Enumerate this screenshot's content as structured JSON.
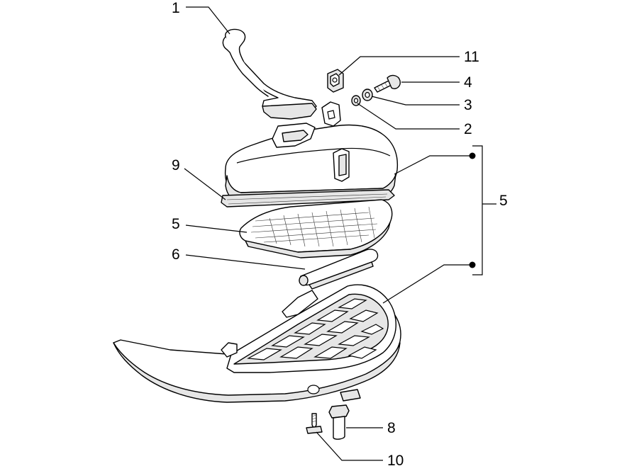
{
  "callouts": {
    "c1": "1",
    "c2": "2",
    "c3": "3",
    "c4": "4",
    "c5_group": "5",
    "c5": "5",
    "c6": "6",
    "c8": "8",
    "c9": "9",
    "c10": "10",
    "c11": "11"
  },
  "colors": {
    "line": "#000000",
    "fill": "#ffffff",
    "shade": "#e6e6e6"
  }
}
